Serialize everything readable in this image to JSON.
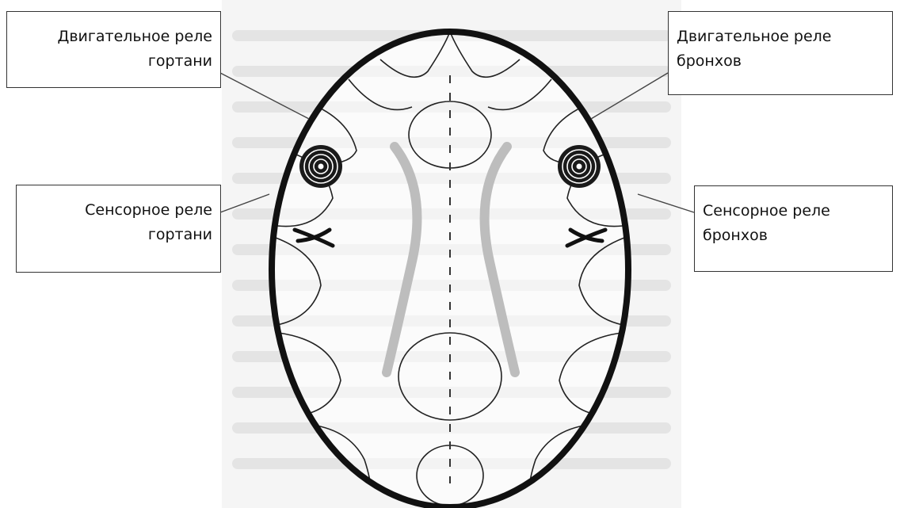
{
  "labels": {
    "motor_larynx": {
      "line1": "Двигательное реле",
      "line2": "гортани"
    },
    "motor_bronchi": {
      "line1": "Двигательное реле",
      "line2": "бронхов"
    },
    "sensory_larynx": {
      "line1": "Сенсорное реле",
      "line2": "гортани"
    },
    "sensory_bronchi": {
      "line1": "Сенсорное реле",
      "line2": "бронхов"
    }
  },
  "colors": {
    "outline": "#111111",
    "midline": "#333333",
    "curves": "#bdbdbd",
    "background_text": "#e6e6e6"
  },
  "icons": {
    "motor_relay": "spiral-icon",
    "sensory_relay": "crossed-fibers-icon"
  }
}
